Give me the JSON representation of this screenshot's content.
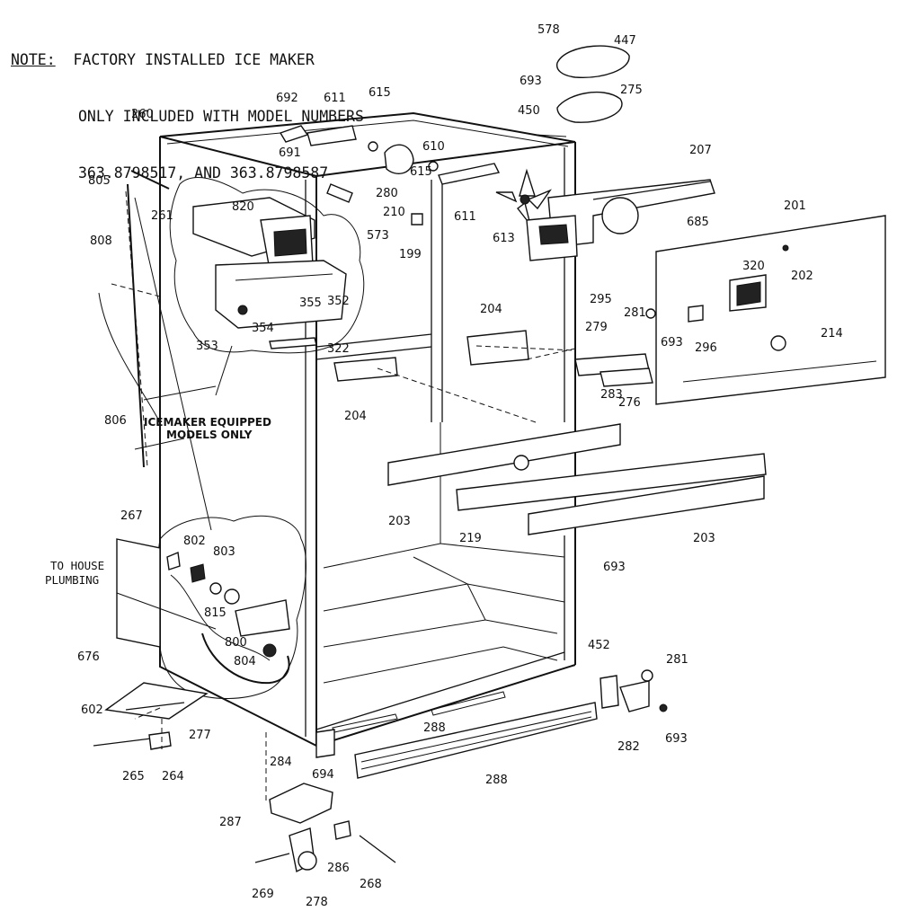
{
  "note": {
    "label": "NOTE:",
    "line1": "FACTORY INSTALLED ICE MAKER",
    "line2": "ONLY INCLUDED WITH MODEL NUMBERS",
    "line3": "363.8798517, AND 363.8798587"
  },
  "annotations": {
    "icemaker_line1": "ICEMAKER EQUIPPED",
    "icemaker_line2": "MODELS ONLY",
    "plumbing_line1": "TO HOUSE",
    "plumbing_line2": "PLUMBING"
  },
  "callouts": [
    "578",
    "447",
    "693",
    "275",
    "450",
    "692",
    "611",
    "615",
    "260",
    "691",
    "610",
    "805",
    "615",
    "207",
    "820",
    "280",
    "261",
    "210",
    "611",
    "685",
    "201",
    "808",
    "573",
    "199",
    "613",
    "320",
    "202",
    "295",
    "355",
    "352",
    "204",
    "281",
    "354",
    "279",
    "693",
    "296",
    "214",
    "353",
    "322",
    "283",
    "276",
    "806",
    "204",
    "203",
    "219",
    "203",
    "267",
    "802",
    "803",
    "693",
    "815",
    "800",
    "676",
    "804",
    "452",
    "281",
    "602",
    "277",
    "288",
    "282",
    "693",
    "284",
    "694",
    "288",
    "265",
    "264",
    "287",
    "286",
    "269",
    "278",
    "268"
  ]
}
